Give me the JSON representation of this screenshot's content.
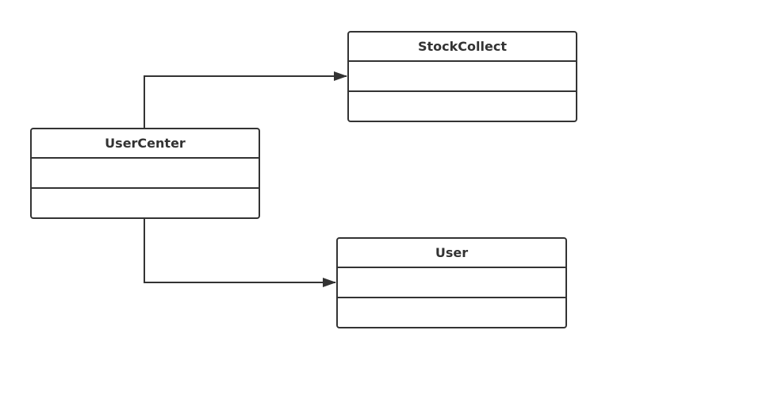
{
  "diagram": {
    "type": "uml-class-diagram",
    "stroke_color": "#333333",
    "background_color": "#ffffff",
    "classes": [
      {
        "id": "usercenter",
        "name": "UserCenter",
        "attributes": [],
        "methods": []
      },
      {
        "id": "stockcollect",
        "name": "StockCollect",
        "attributes": [],
        "methods": []
      },
      {
        "id": "user",
        "name": "User",
        "attributes": [],
        "methods": []
      }
    ],
    "associations": [
      {
        "from": "UserCenter",
        "to": "StockCollect",
        "arrow": "filled-triangle"
      },
      {
        "from": "UserCenter",
        "to": "User",
        "arrow": "filled-triangle"
      }
    ]
  }
}
